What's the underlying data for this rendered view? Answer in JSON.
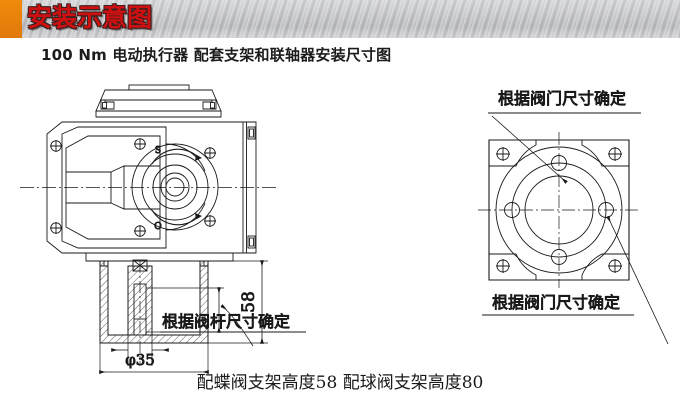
{
  "header": {
    "title": "安装示意图",
    "accent_color": "#ef8b0c",
    "title_color": "#cf1010",
    "background_color": "#c2c3c6"
  },
  "subtitle": "100 Nm 电动执行器  配套支架和联轴器安装尺寸图",
  "diagram": {
    "line_color": "#1a1a1a",
    "actuator_view": {
      "name": "电动执行器侧视图",
      "indicator_shut_label": "S",
      "indicator_open_label": "O",
      "dimension_height": "58",
      "dimension_bore": "φ35",
      "note_stem": "根据阀杆尺寸确定"
    },
    "bracket_view": {
      "name": "支架法兰俯视图",
      "note_top": "根据阀门尺寸确定",
      "note_bottom": "根据阀门尺寸确定"
    }
  },
  "caption": "配蝶阀支架高度58  配球阀支架高度80"
}
